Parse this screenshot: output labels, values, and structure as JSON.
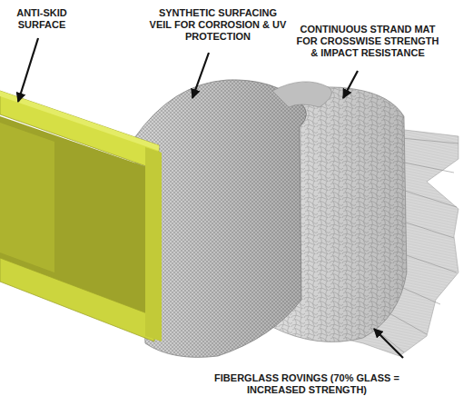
{
  "diagram": {
    "labels": [
      "ANTI-SKID SURFACE",
      "SYNTHETIC SURFACING VEIL FOR CORROSION & UV PROTECTION",
      "CONTINUOUS STRAND MAT FOR CROSSWISE STRENGTH & IMPACT RESISTANCE",
      "FIBERGLASS ROVINGS (70% GLASS = INCREASED STRENGTH)"
    ]
  }
}
